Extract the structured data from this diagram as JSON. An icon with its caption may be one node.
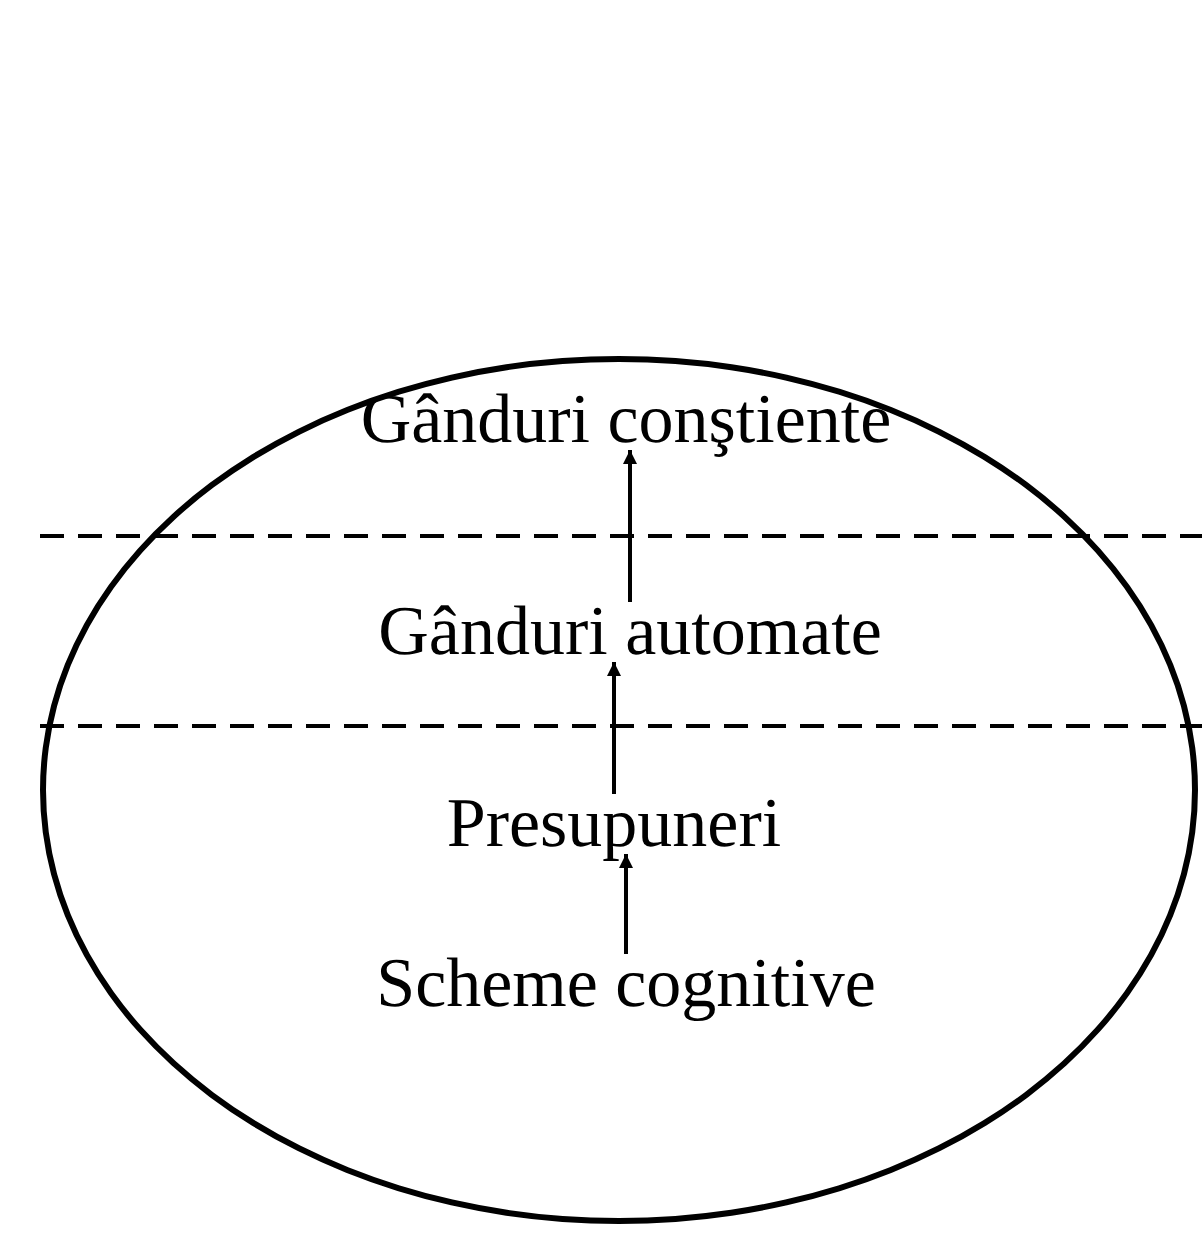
{
  "diagram": {
    "nodes": [
      {
        "text": [],
        "shape": "circle"
      },
      {
        "text": [
          "Gânduri conştiente"
        ],
        "in": 0
      },
      {
        "text": [
          "Gânduri automate"
        ],
        "in": 0
      },
      {
        "text": [
          "Presupuneri"
        ],
        "in": 0
      },
      {
        "text": [
          "Scheme cognitive"
        ],
        "in": 0
      }
    ],
    "edges": [
      {
        "from": 4,
        "to": 3,
        "arrow": "to"
      },
      {
        "from": 3,
        "to": 2,
        "arrow": "to"
      },
      {
        "from": 2,
        "to": 1,
        "arrow": "to"
      }
    ]
  }
}
